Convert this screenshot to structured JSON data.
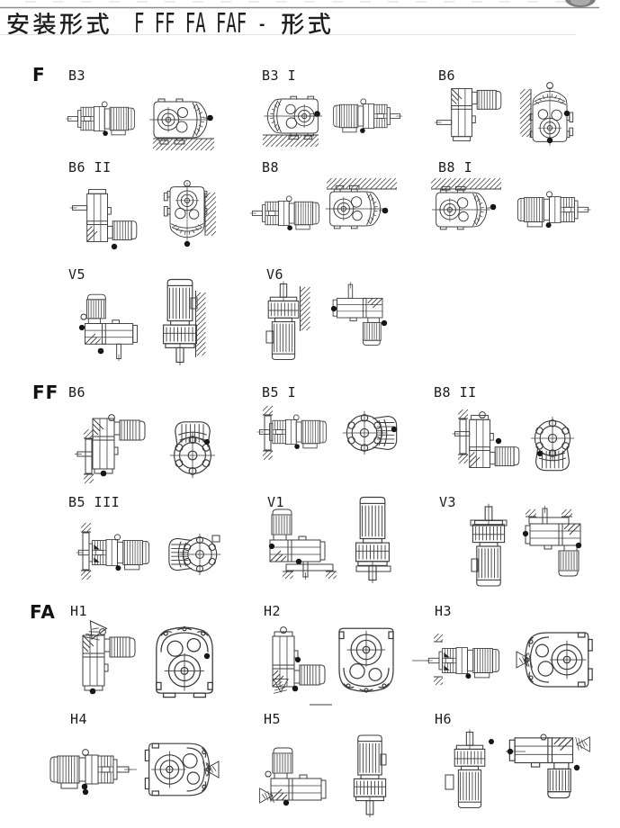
{
  "page": {
    "header": {
      "title_cn": "安装形式",
      "title_code": "F FF FA FAF - 形式",
      "corner_icon": "page-corner-logo"
    },
    "sections": [
      {
        "id": "F",
        "label": "F",
        "cells": [
          {
            "id": "B3",
            "label": "B3",
            "views": [
              "side-view",
              "end-view-floor-mounted"
            ]
          },
          {
            "id": "B3I",
            "label": "B3 I",
            "views": [
              "end-view-floor-mounted",
              "side-view-mirrored"
            ]
          },
          {
            "id": "B6",
            "label": "B6",
            "views": [
              "side-view-wall-left",
              "end-view-wall-mounted"
            ]
          },
          {
            "id": "B6II",
            "label": "B6 II",
            "views": [
              "side-view-wall-right",
              "end-view-wall-mounted"
            ]
          },
          {
            "id": "B8",
            "label": "B8",
            "views": [
              "side-view",
              "end-view-ceiling-mounted"
            ]
          },
          {
            "id": "B8I",
            "label": "B8 I",
            "views": [
              "end-view-ceiling-mounted",
              "side-view-mirrored"
            ]
          },
          {
            "id": "V5",
            "label": "V5",
            "views": [
              "side-view-shaft-down",
              "front-view-wall-mounted"
            ]
          },
          {
            "id": "V6",
            "label": "V6",
            "views": [
              "front-view-shaft-up-wall",
              "side-view-shaft-up"
            ]
          }
        ]
      },
      {
        "id": "FF",
        "label": "FF",
        "cells": [
          {
            "id": "FFB6",
            "label": "B6",
            "views": [
              "flange-side-view",
              "flange-front-view"
            ]
          },
          {
            "id": "B5I",
            "label": "B5 I",
            "views": [
              "flange-side-view",
              "flange-front-view"
            ]
          },
          {
            "id": "B8II",
            "label": "B8 II",
            "views": [
              "flange-side-view",
              "flange-front-view"
            ]
          },
          {
            "id": "B5III",
            "label": "B5 III",
            "views": [
              "flange-side-view",
              "flange-front-view"
            ]
          },
          {
            "id": "V1",
            "label": "V1",
            "views": [
              "flange-side-shaft-down",
              "flange-front-shaft-down"
            ]
          },
          {
            "id": "V3",
            "label": "V3",
            "views": [
              "flange-front-shaft-up",
              "flange-side-shaft-up"
            ]
          }
        ]
      },
      {
        "id": "FA",
        "label": "FA",
        "cells": [
          {
            "id": "H1",
            "label": "H1",
            "views": [
              "shaft-side-view",
              "shaft-front-view"
            ]
          },
          {
            "id": "H2",
            "label": "H2",
            "views": [
              "shaft-side-view",
              "shaft-front-view"
            ]
          },
          {
            "id": "H3",
            "label": "H3",
            "views": [
              "shaft-side-view",
              "shaft-front-view"
            ]
          },
          {
            "id": "H4",
            "label": "H4",
            "views": [
              "shaft-side-view",
              "shaft-front-view"
            ]
          },
          {
            "id": "H5",
            "label": "H5",
            "views": [
              "shaft-side-view",
              "shaft-front-view"
            ]
          },
          {
            "id": "H6",
            "label": "H6",
            "views": [
              "shaft-side-view",
              "shaft-front-view"
            ]
          }
        ]
      }
    ]
  }
}
